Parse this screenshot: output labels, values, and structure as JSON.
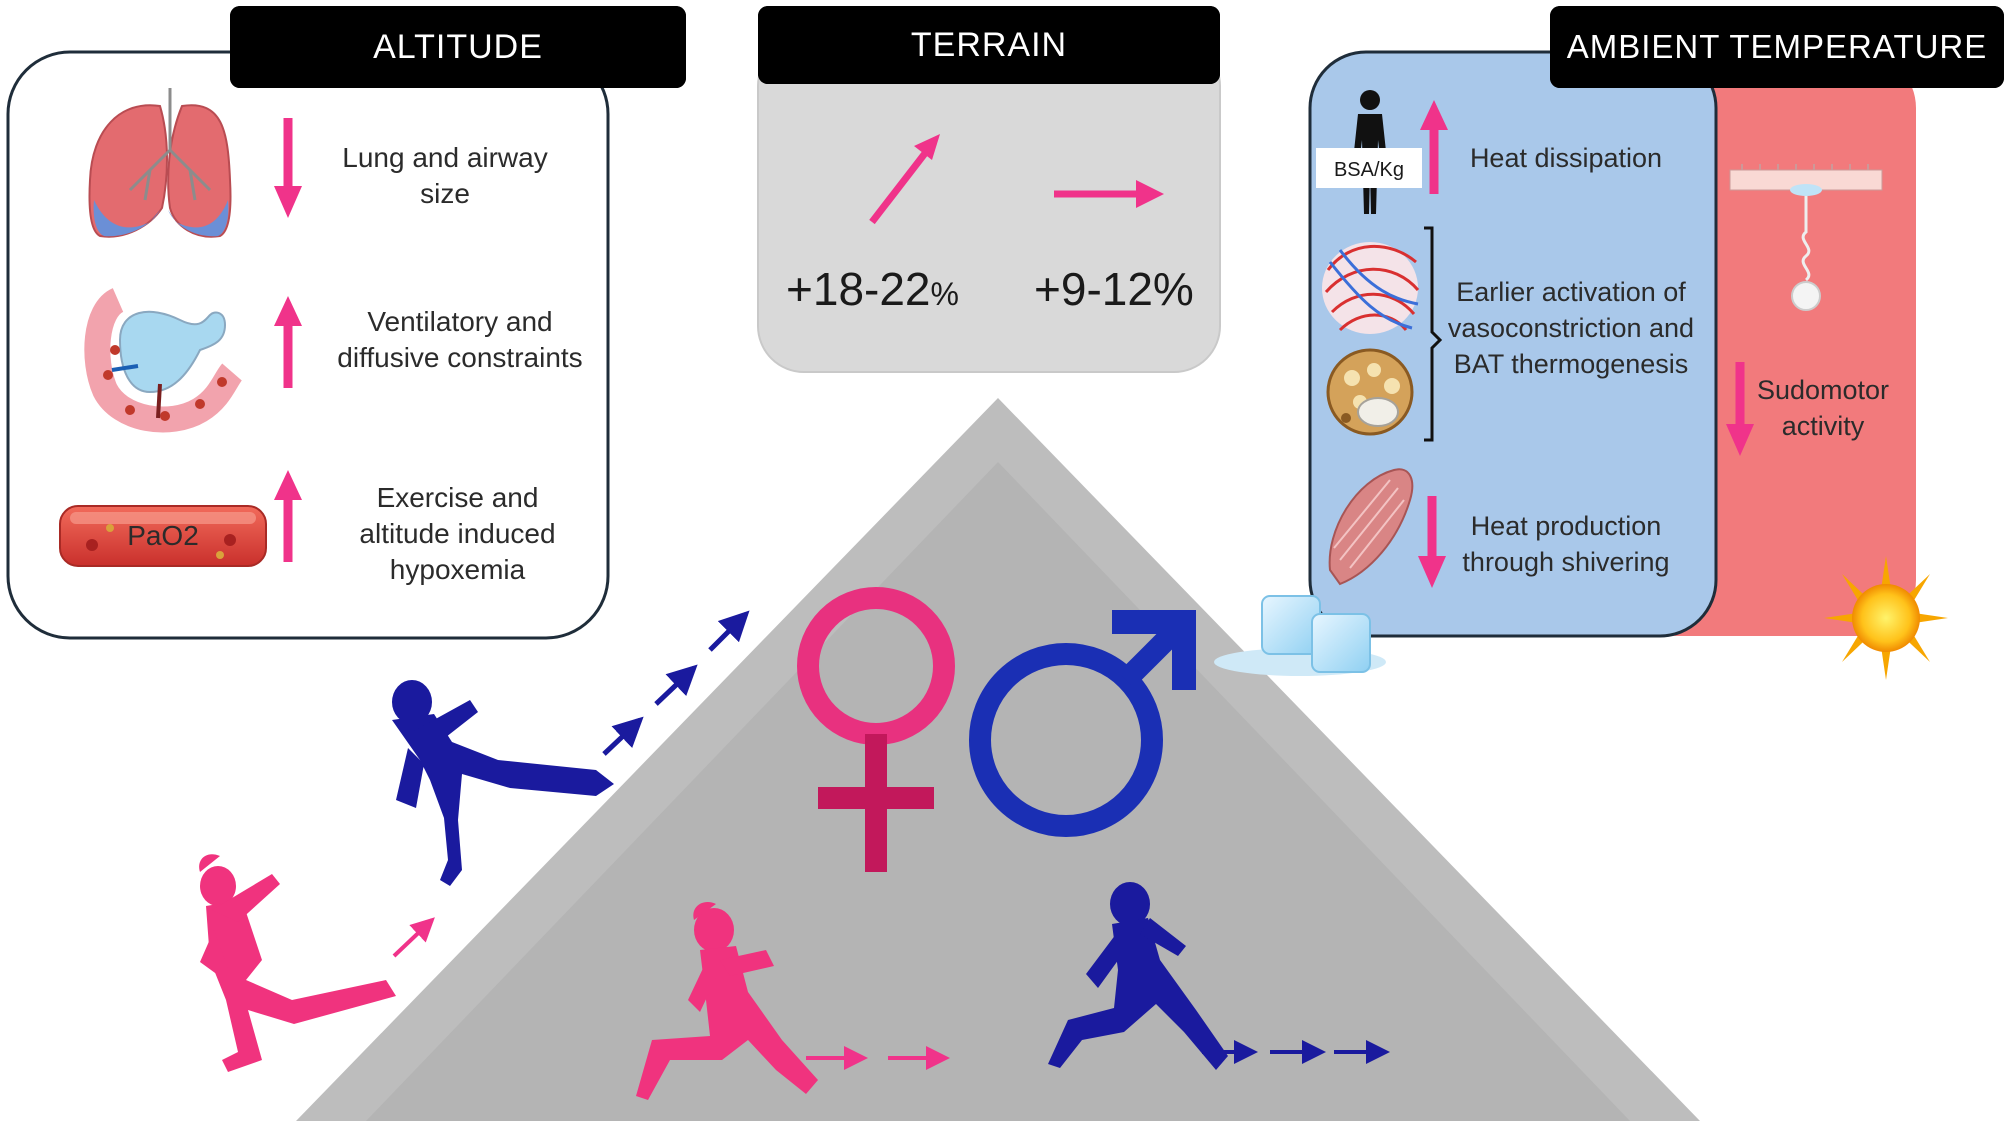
{
  "altitude": {
    "header": "ALTITUDE",
    "items": [
      {
        "text": "Lung and airway size",
        "direction": "down",
        "icon": "lungs-icon"
      },
      {
        "text": "Ventilatory and diffusive constraints",
        "direction": "up",
        "icon": "alveolus-icon"
      },
      {
        "text": "Exercise and altitude induced hypoxemia",
        "direction": "up",
        "icon": "blood-vessel-icon",
        "icon_label": "PaO2"
      }
    ]
  },
  "terrain": {
    "header": "TERRAIN",
    "uphill_value": "+18-22",
    "uphill_unit": "%",
    "flat_value": "+9-12%"
  },
  "ambient_temperature": {
    "header": "AMBIENT TEMPERATURE",
    "cold": {
      "bsa_label": "BSA/Kg",
      "heat_dissipation": "Heat dissipation",
      "vasoconstriction": "Earlier activation of vasoconstriction and BAT thermogenesis",
      "shivering": "Heat production through shivering"
    },
    "hot": {
      "sudomotor": "Sudomotor activity"
    }
  },
  "colors": {
    "female": "#e8317f",
    "male": "#1a1a9e",
    "arrow_pink": "#f0338a",
    "cold_panel": "#a9c8ea",
    "hot_panel": "#f27a7c",
    "terrain_panel": "#d9d9d9",
    "mountain": "#bdbdbd"
  }
}
